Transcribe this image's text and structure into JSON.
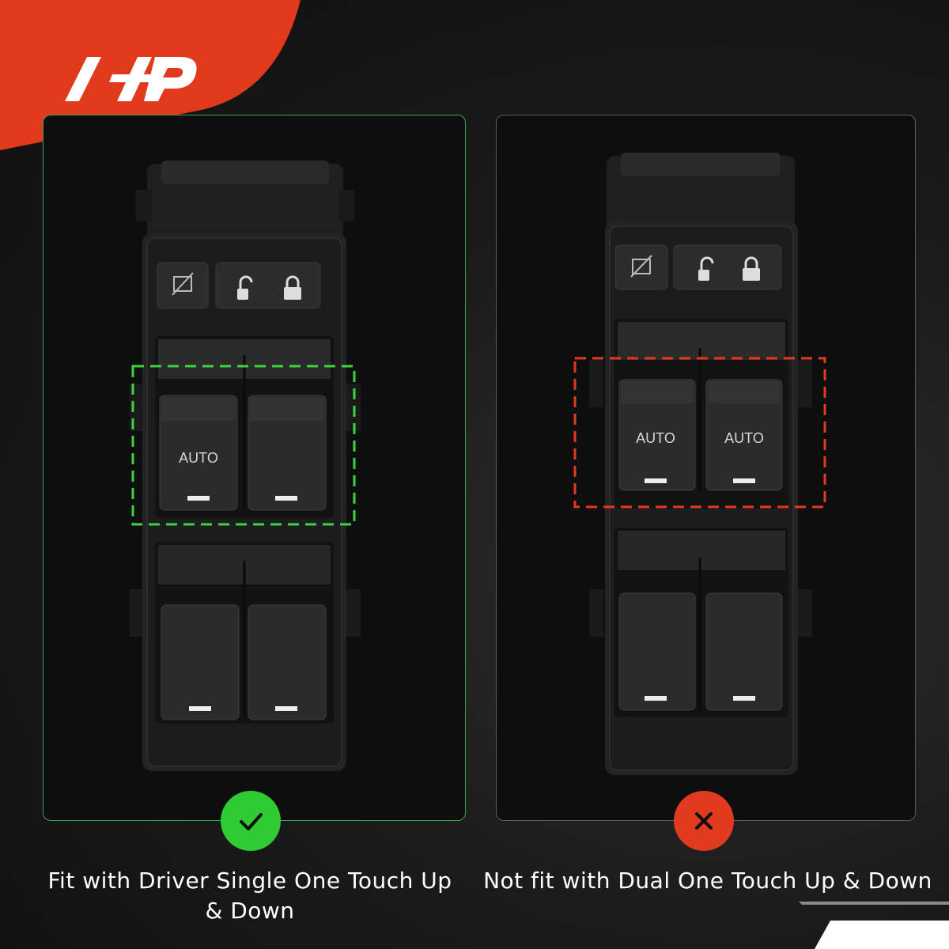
{
  "brand": {
    "logo_text": "A-P",
    "accent_color": "#e0391c"
  },
  "panels": [
    {
      "id": "fit",
      "auto_labels": [
        "AUTO"
      ],
      "highlight_color": "#3ed23e",
      "status": "fit",
      "status_icon": "check-icon",
      "caption": "Fit with Driver Single One Touch Up & Down"
    },
    {
      "id": "not-fit",
      "auto_labels": [
        "AUTO",
        "AUTO"
      ],
      "highlight_color": "#e23a1e",
      "status": "not-fit",
      "status_icon": "x-icon",
      "caption": "Not fit with Dual One Touch Up & Down"
    }
  ]
}
